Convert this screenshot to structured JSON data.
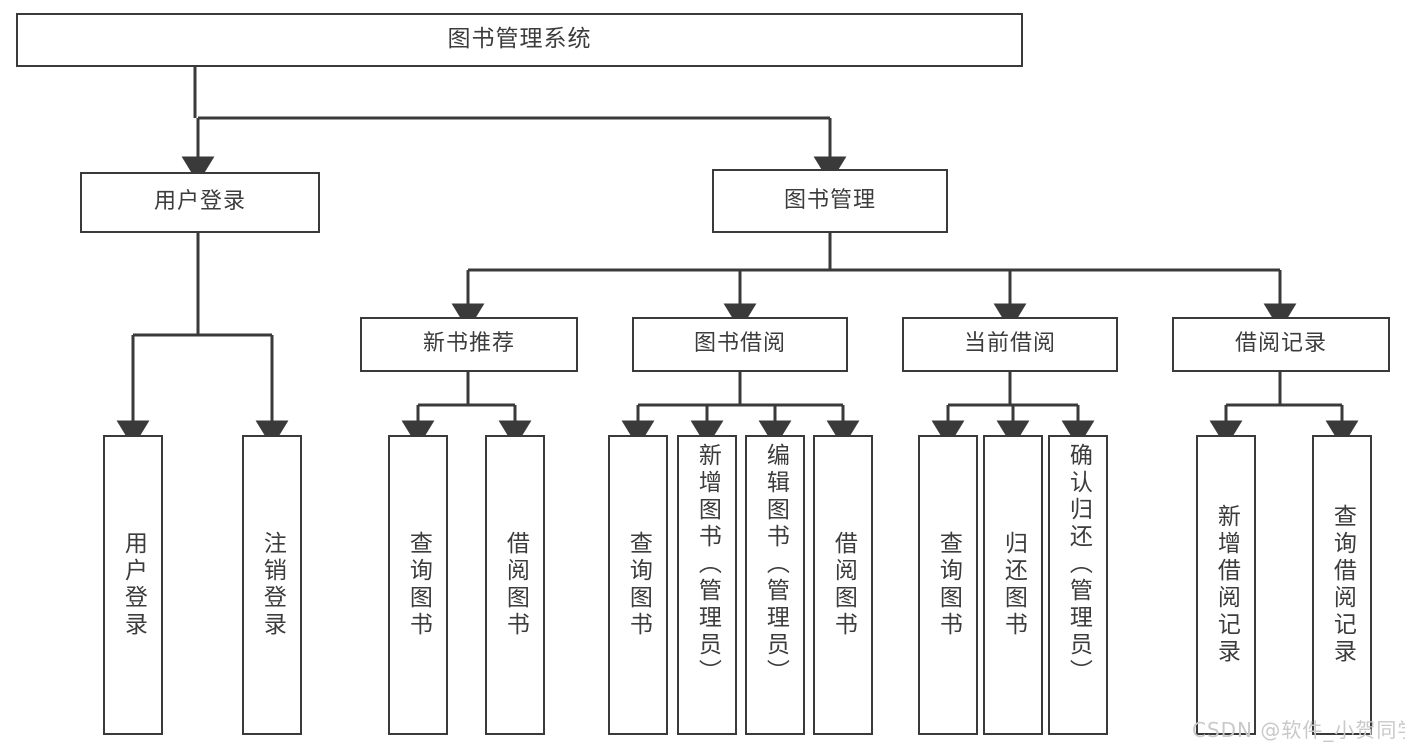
{
  "diagram": {
    "type": "tree",
    "title": "图书管理系统",
    "root": {
      "label": "图书管理系统"
    },
    "level1": [
      {
        "label": "用户登录"
      },
      {
        "label": "图书管理"
      }
    ],
    "level2": [
      {
        "label": "新书推荐"
      },
      {
        "label": "图书借阅"
      },
      {
        "label": "当前借阅"
      },
      {
        "label": "借阅记录"
      }
    ],
    "leaves": {
      "user_login": [
        {
          "label": "用户登录"
        },
        {
          "label": "注销登录"
        }
      ],
      "new_book_recommend": [
        {
          "label": "查询图书"
        },
        {
          "label": "借阅图书"
        }
      ],
      "book_borrow": [
        {
          "label": "查询图书"
        },
        {
          "label": "新增图书（管理员）"
        },
        {
          "label": "编辑图书（管理员）"
        },
        {
          "label": "借阅图书"
        }
      ],
      "current_borrow": [
        {
          "label": "查询图书"
        },
        {
          "label": "归还图书"
        },
        {
          "label": "确认归还（管理员）"
        }
      ],
      "borrow_record": [
        {
          "label": "新增借阅记录"
        },
        {
          "label": "查询借阅记录"
        }
      ]
    },
    "watermark": "CSDN @软件_小贺同学",
    "colors": {
      "stroke": "#3a3a3a",
      "text": "#3c3c3c",
      "background": "#ffffff",
      "watermark": "#c9c9c9"
    }
  }
}
